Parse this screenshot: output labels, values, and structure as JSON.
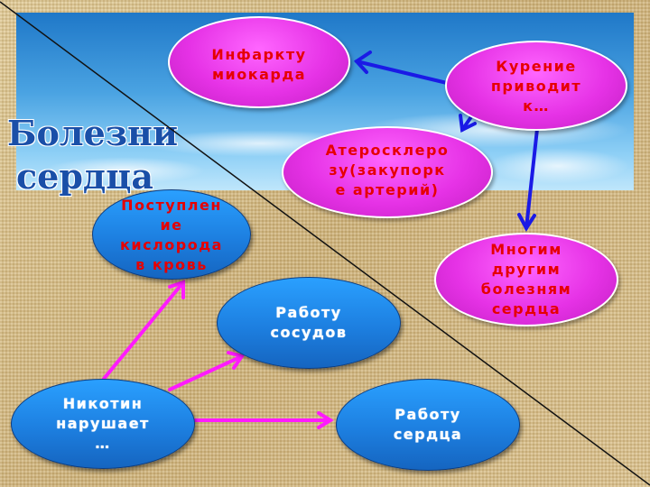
{
  "title": {
    "line1": "Болезни",
    "line2": "сердца"
  },
  "nodes": {
    "infarct": {
      "line1": "Инфаркту",
      "line2": "миокарда"
    },
    "smoking": {
      "line1": "Курение",
      "line2": "приводит",
      "line3": "к…"
    },
    "atherosclerosis": {
      "line1": "Атеросклеро",
      "line2": "зу(закупорк",
      "line3": "е артерий)"
    },
    "other_diseases": {
      "line1": "Многим",
      "line2": "другим",
      "line3": "болезням",
      "line4": "сердца"
    },
    "oxygen": {
      "line1": "Поступлен",
      "line2": "ие",
      "line3": "кислорода",
      "line4": "в кровь"
    },
    "vessels": {
      "line1": "Работу",
      "line2": "сосудов"
    },
    "nicotine": {
      "line1": "Никотин",
      "line2": "нарушает",
      "line3": "…"
    },
    "heart": {
      "line1": "Работу",
      "line2": "сердца"
    }
  },
  "colors": {
    "pink_node": "#e632e6",
    "blue_node": "#1d7fe0",
    "red_text": "#e60000",
    "blue_arrow": "#1a1ae6",
    "magenta_arrow": "#ff1aff",
    "title": "#1a4fa8"
  }
}
